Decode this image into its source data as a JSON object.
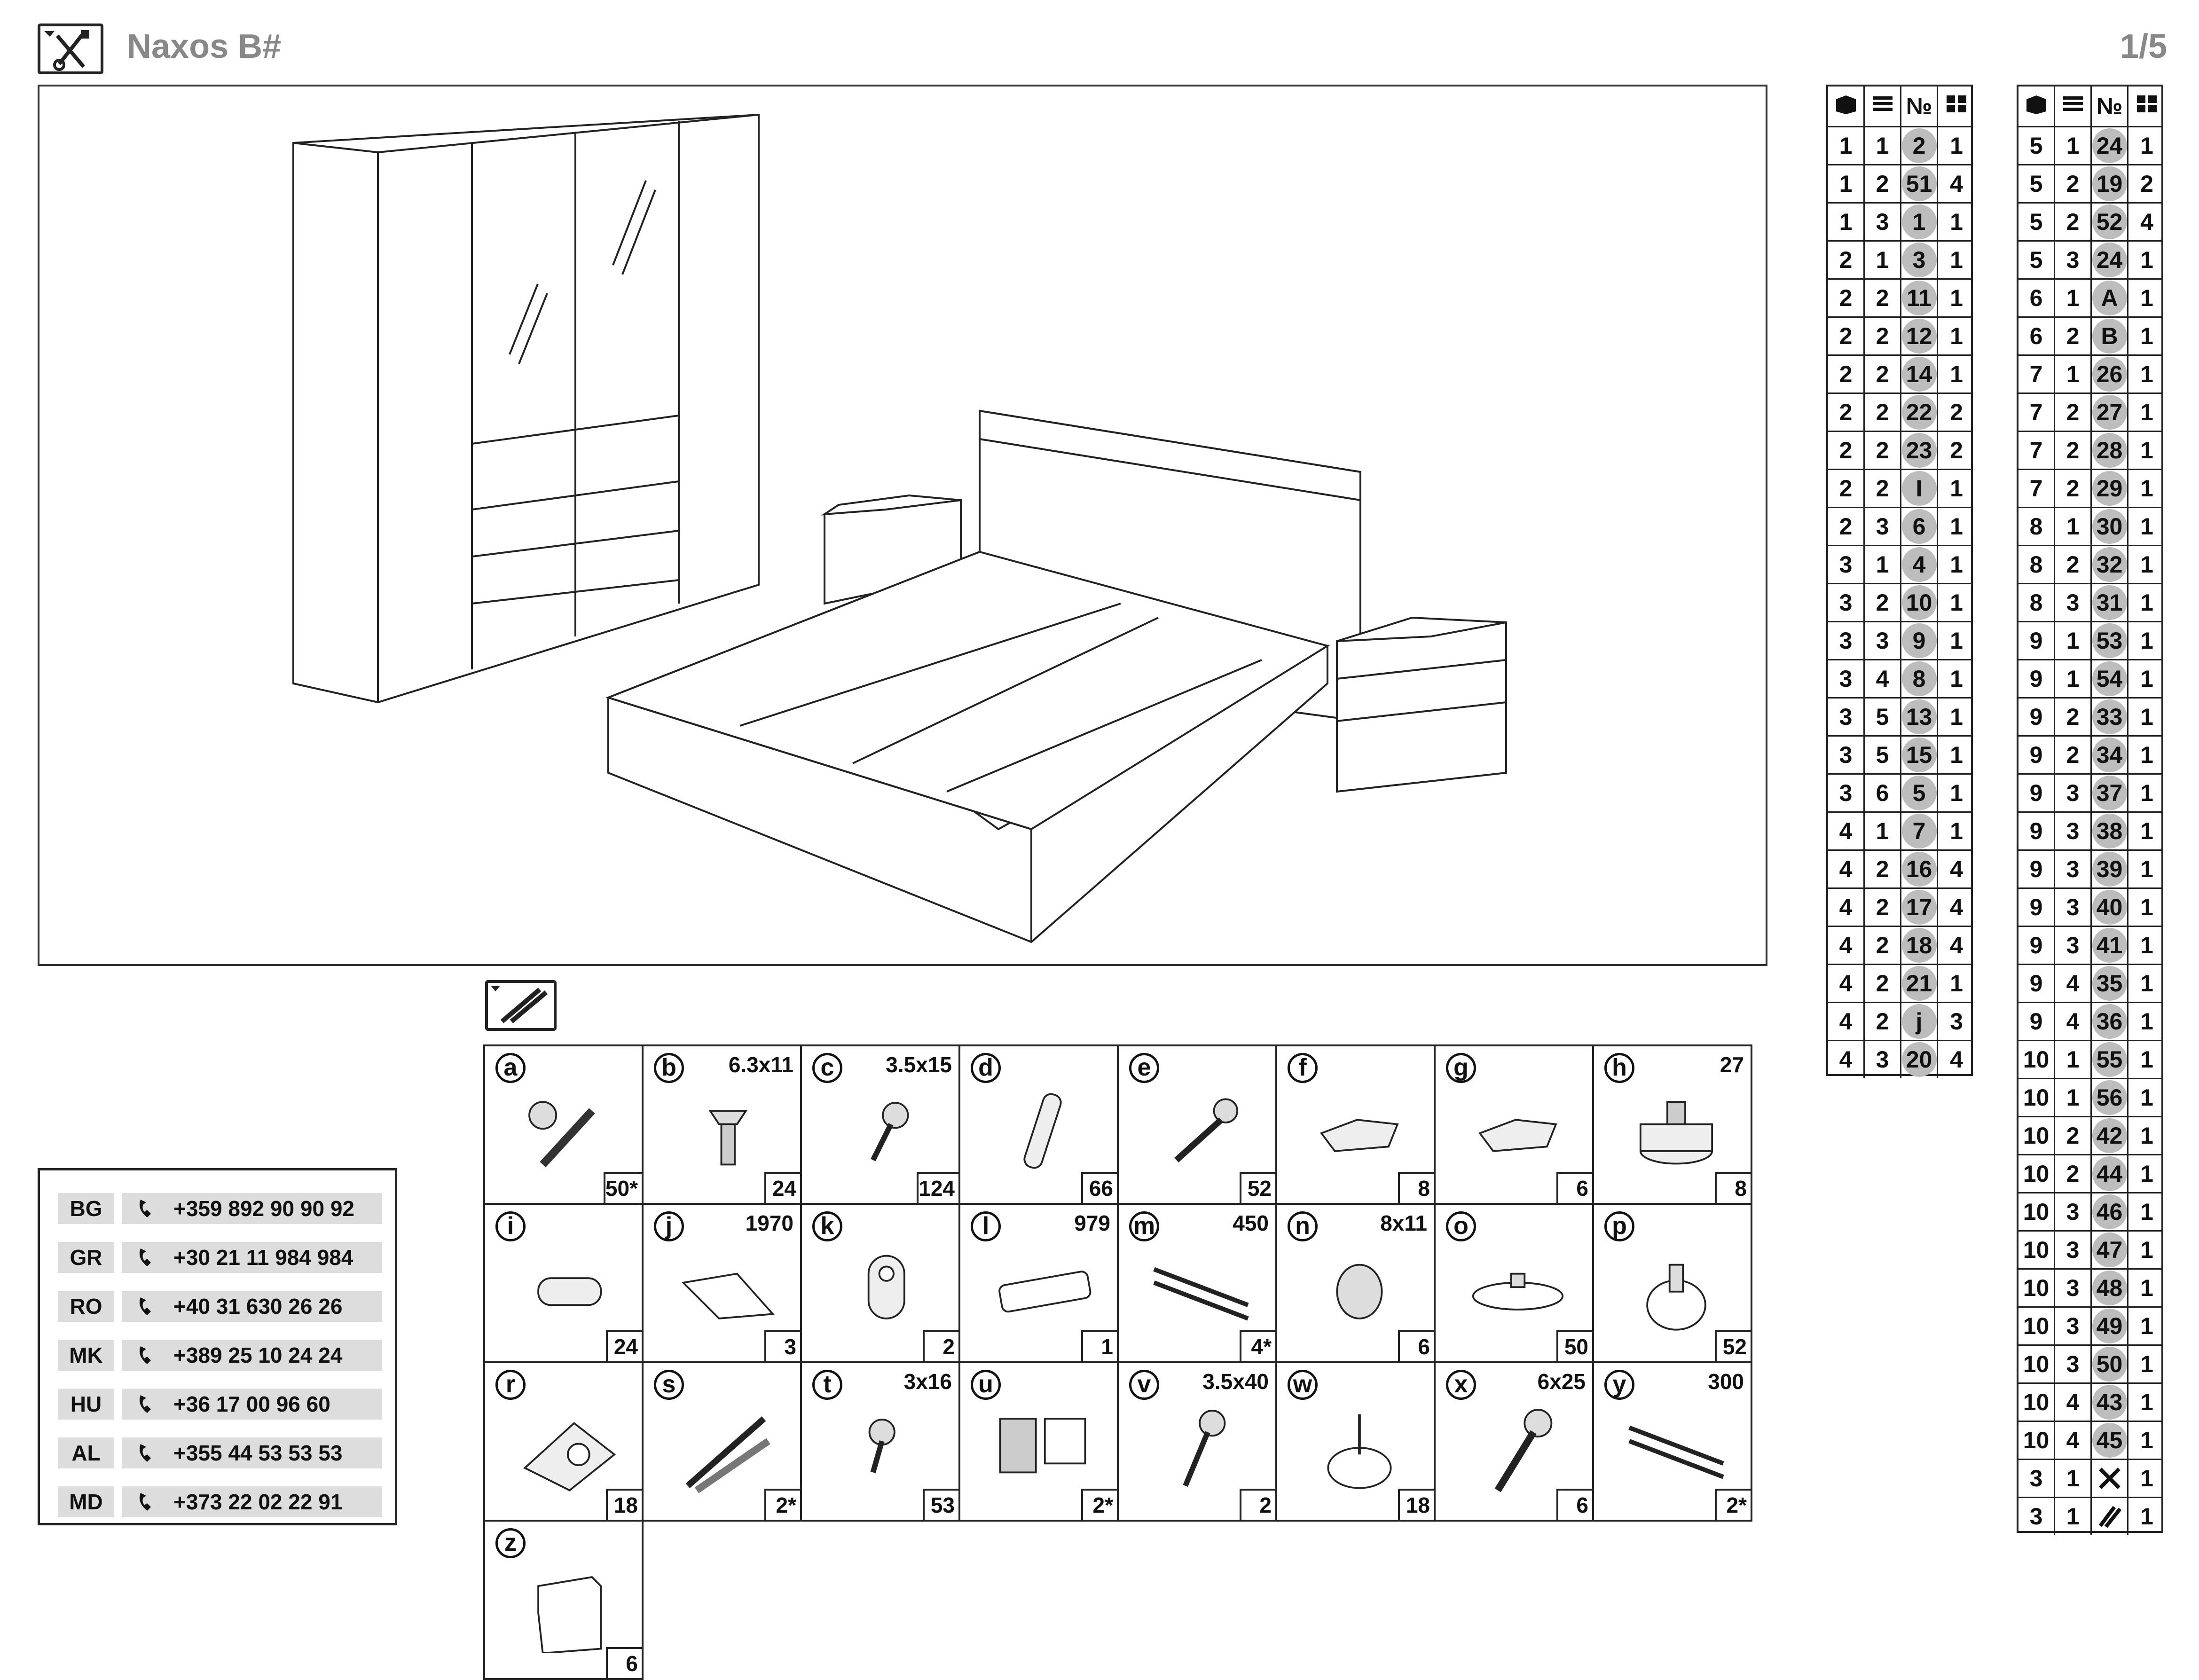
{
  "header": {
    "title": "Naxos B#",
    "page": "1/5"
  },
  "hardware": [
    {
      "letter": "a",
      "spec": "",
      "qty": "50*"
    },
    {
      "letter": "b",
      "spec": "6.3x11",
      "qty": "24"
    },
    {
      "letter": "c",
      "spec": "3.5x15",
      "qty": "124"
    },
    {
      "letter": "d",
      "spec": "",
      "qty": "66"
    },
    {
      "letter": "e",
      "spec": "",
      "qty": "52"
    },
    {
      "letter": "f",
      "spec": "",
      "qty": "8"
    },
    {
      "letter": "g",
      "spec": "",
      "qty": "6"
    },
    {
      "letter": "h",
      "spec": "27",
      "qty": "8"
    },
    {
      "letter": "i",
      "spec": "",
      "qty": "24"
    },
    {
      "letter": "j",
      "spec": "1970",
      "qty": "3"
    },
    {
      "letter": "k",
      "spec": "",
      "qty": "2"
    },
    {
      "letter": "l",
      "spec": "979",
      "qty": "1"
    },
    {
      "letter": "m",
      "spec": "450",
      "qty": "4*"
    },
    {
      "letter": "n",
      "spec": "8x11",
      "qty": "6"
    },
    {
      "letter": "o",
      "spec": "",
      "qty": "50"
    },
    {
      "letter": "p",
      "spec": "",
      "qty": "52"
    },
    {
      "letter": "r",
      "spec": "",
      "qty": "18"
    },
    {
      "letter": "s",
      "spec": "",
      "qty": "2*"
    },
    {
      "letter": "t",
      "spec": "3x16",
      "qty": "53"
    },
    {
      "letter": "u",
      "spec": "",
      "qty": "2*"
    },
    {
      "letter": "v",
      "spec": "3.5x40",
      "qty": "2"
    },
    {
      "letter": "w",
      "spec": "",
      "qty": "18"
    },
    {
      "letter": "x",
      "spec": "6x25",
      "qty": "6"
    },
    {
      "letter": "y",
      "spec": "300",
      "qty": "2*"
    },
    {
      "letter": "z",
      "spec": "",
      "qty": "6"
    }
  ],
  "phones": [
    {
      "code": "BG",
      "number": "+359 892 90 90 92"
    },
    {
      "code": "GR",
      "number": "+30 21 11 984 984"
    },
    {
      "code": "RO",
      "number": "+40 31 630 26 26"
    },
    {
      "code": "MK",
      "number": "+389 25 10 24 24"
    },
    {
      "code": "HU",
      "number": "+36 17 00 96 60"
    },
    {
      "code": "AL",
      "number": "+355 44 53 53 53"
    },
    {
      "code": "MD",
      "number": "+373 22 02 22 91"
    }
  ],
  "table_header": {
    "no_label": "№"
  },
  "table1": [
    [
      "1",
      "1",
      "2",
      "1"
    ],
    [
      "1",
      "2",
      "51",
      "4"
    ],
    [
      "1",
      "3",
      "1",
      "1"
    ],
    [
      "2",
      "1",
      "3",
      "1"
    ],
    [
      "2",
      "2",
      "11",
      "1"
    ],
    [
      "2",
      "2",
      "12",
      "1"
    ],
    [
      "2",
      "2",
      "14",
      "1"
    ],
    [
      "2",
      "2",
      "22",
      "2"
    ],
    [
      "2",
      "2",
      "23",
      "2"
    ],
    [
      "2",
      "2",
      "I",
      "1"
    ],
    [
      "2",
      "3",
      "6",
      "1"
    ],
    [
      "3",
      "1",
      "4",
      "1"
    ],
    [
      "3",
      "2",
      "10",
      "1"
    ],
    [
      "3",
      "3",
      "9",
      "1"
    ],
    [
      "3",
      "4",
      "8",
      "1"
    ],
    [
      "3",
      "5",
      "13",
      "1"
    ],
    [
      "3",
      "5",
      "15",
      "1"
    ],
    [
      "3",
      "6",
      "5",
      "1"
    ],
    [
      "4",
      "1",
      "7",
      "1"
    ],
    [
      "4",
      "2",
      "16",
      "4"
    ],
    [
      "4",
      "2",
      "17",
      "4"
    ],
    [
      "4",
      "2",
      "18",
      "4"
    ],
    [
      "4",
      "2",
      "21",
      "1"
    ],
    [
      "4",
      "2",
      "j",
      "3"
    ],
    [
      "4",
      "3",
      "20",
      "4"
    ]
  ],
  "table2": [
    [
      "5",
      "1",
      "24",
      "1"
    ],
    [
      "5",
      "2",
      "19",
      "2"
    ],
    [
      "5",
      "2",
      "52",
      "4"
    ],
    [
      "5",
      "3",
      "24",
      "1"
    ],
    [
      "6",
      "1",
      "A",
      "1"
    ],
    [
      "6",
      "2",
      "B",
      "1"
    ],
    [
      "7",
      "1",
      "26",
      "1"
    ],
    [
      "7",
      "2",
      "27",
      "1"
    ],
    [
      "7",
      "2",
      "28",
      "1"
    ],
    [
      "7",
      "2",
      "29",
      "1"
    ],
    [
      "8",
      "1",
      "30",
      "1"
    ],
    [
      "8",
      "2",
      "32",
      "1"
    ],
    [
      "8",
      "3",
      "31",
      "1"
    ],
    [
      "9",
      "1",
      "53",
      "1"
    ],
    [
      "9",
      "1",
      "54",
      "1"
    ],
    [
      "9",
      "2",
      "33",
      "1"
    ],
    [
      "9",
      "2",
      "34",
      "1"
    ],
    [
      "9",
      "3",
      "37",
      "1"
    ],
    [
      "9",
      "3",
      "38",
      "1"
    ],
    [
      "9",
      "3",
      "39",
      "1"
    ],
    [
      "9",
      "3",
      "40",
      "1"
    ],
    [
      "9",
      "3",
      "41",
      "1"
    ],
    [
      "9",
      "4",
      "35",
      "1"
    ],
    [
      "9",
      "4",
      "36",
      "1"
    ],
    [
      "10",
      "1",
      "55",
      "1"
    ],
    [
      "10",
      "1",
      "56",
      "1"
    ],
    [
      "10",
      "2",
      "42",
      "1"
    ],
    [
      "10",
      "2",
      "44",
      "1"
    ],
    [
      "10",
      "3",
      "46",
      "1"
    ],
    [
      "10",
      "3",
      "47",
      "1"
    ],
    [
      "10",
      "3",
      "48",
      "1"
    ],
    [
      "10",
      "3",
      "49",
      "1"
    ],
    [
      "10",
      "3",
      "50",
      "1"
    ],
    [
      "10",
      "4",
      "43",
      "1"
    ],
    [
      "10",
      "4",
      "45",
      "1"
    ],
    [
      "3",
      "1",
      "tools-icon",
      "1"
    ],
    [
      "3",
      "1",
      "hardware-icon",
      "1"
    ]
  ]
}
